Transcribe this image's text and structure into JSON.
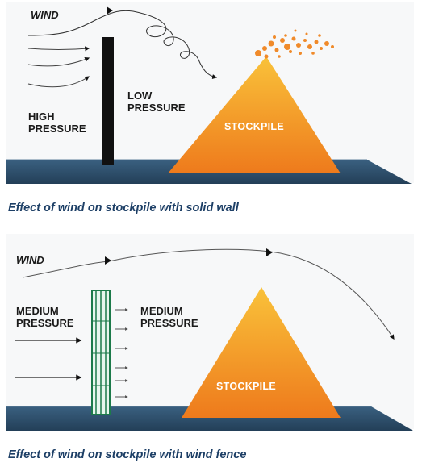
{
  "diagram1": {
    "wind": "WIND",
    "high_pressure": "HIGH\nPRESSURE",
    "low_pressure": "LOW\nPRESSURE",
    "stockpile": "STOCKPILE",
    "caption": "Effect of wind on stockpile with solid wall"
  },
  "diagram2": {
    "wind": "WIND",
    "medium_pressure_left": "MEDIUM\nPRESSURE",
    "medium_pressure_right": "MEDIUM\nPRESSURE",
    "stockpile": "STOCKPILE",
    "caption": "Effect of wind on stockpile with wind fence"
  },
  "colors": {
    "ground": "#2d4f6e",
    "stockpile_top": "#f9c23a",
    "stockpile_bottom": "#ee7a1c",
    "caption": "#1d3f66",
    "dust": "#f08a2a"
  }
}
